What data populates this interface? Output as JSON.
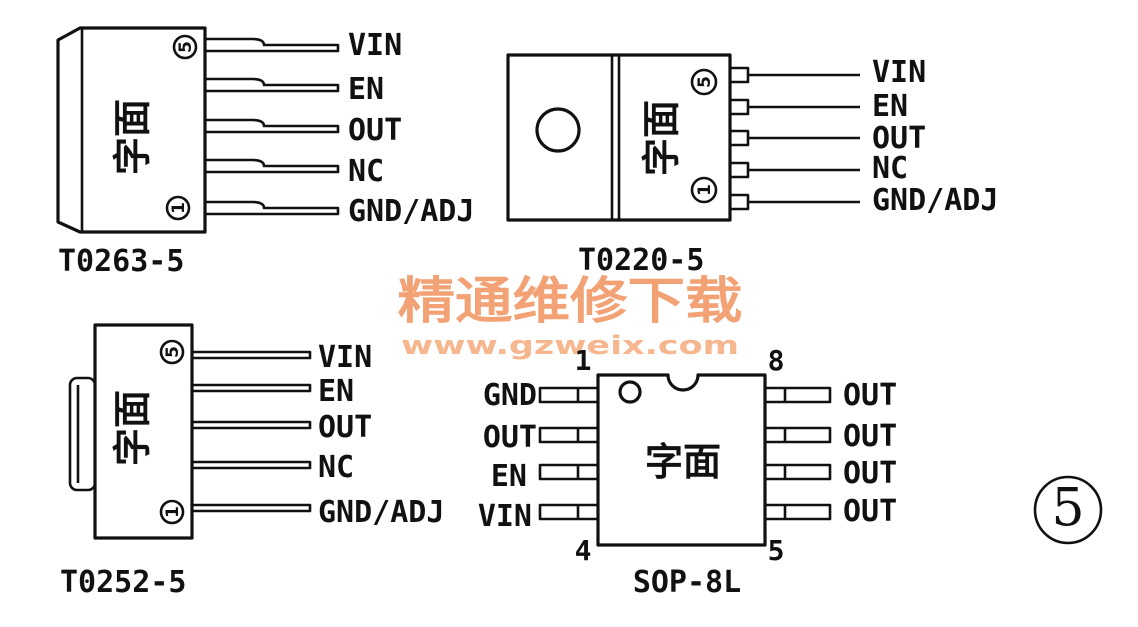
{
  "packages": {
    "to263": {
      "caption": "T0263-5",
      "face_text": "字面",
      "pin_marks": {
        "last": "5",
        "first": "1"
      },
      "pins": [
        "VIN",
        "EN",
        "OUT",
        "NC",
        "GND/ADJ"
      ]
    },
    "to220": {
      "caption": "T0220-5",
      "face_text": "字面",
      "pin_marks": {
        "last": "5",
        "first": "1"
      },
      "pins": [
        "VIN",
        "EN",
        "OUT",
        "NC",
        "GND/ADJ"
      ]
    },
    "to252": {
      "caption": "T0252-5",
      "face_text": "字面",
      "pin_marks": {
        "last": "5",
        "first": "1"
      },
      "pins": [
        "VIN",
        "EN",
        "OUT",
        "NC",
        "GND/ADJ"
      ]
    },
    "sop8": {
      "caption": "SOP-8L",
      "face_text": "字面",
      "pin_numbers": {
        "top_left": "1",
        "top_right": "8",
        "bottom_left": "4",
        "bottom_right": "5"
      },
      "left_pins": [
        "GND",
        "OUT",
        "EN",
        "VIN"
      ],
      "right_pins": [
        "OUT",
        "OUT",
        "OUT",
        "OUT"
      ]
    }
  },
  "watermark": {
    "title": "精通维修下载",
    "url": "www.gzweix.com"
  },
  "figure_number": "5",
  "colors": {
    "line": "#111111",
    "background": "#ffffff",
    "watermark_title": "#f2a274",
    "watermark_url": "#f6b68e"
  }
}
